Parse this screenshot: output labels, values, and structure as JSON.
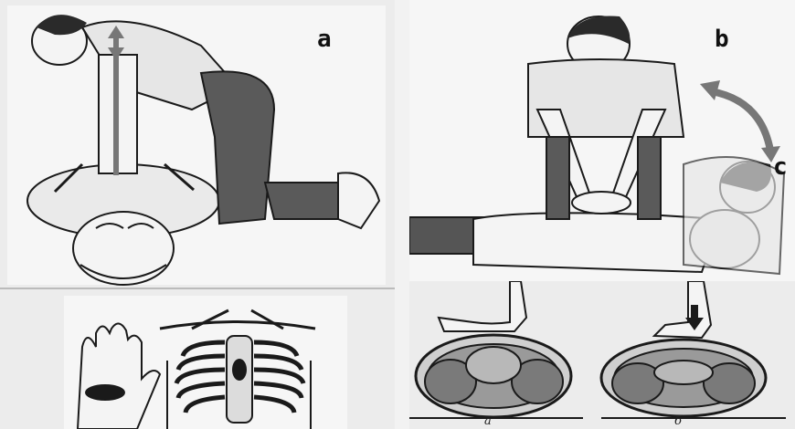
{
  "labels": {
    "a": "a",
    "b": "b",
    "c": "c"
  },
  "sub_labels": {
    "left": "a",
    "right": "б"
  },
  "colors": {
    "background": "#f2f2f2",
    "line": "#1a1a1a",
    "skin": "#f4f4f4",
    "shirt": "#e6e6e6",
    "hair": "#2a2a2a",
    "pants": "#555555",
    "organ": "#8a8a8a"
  }
}
